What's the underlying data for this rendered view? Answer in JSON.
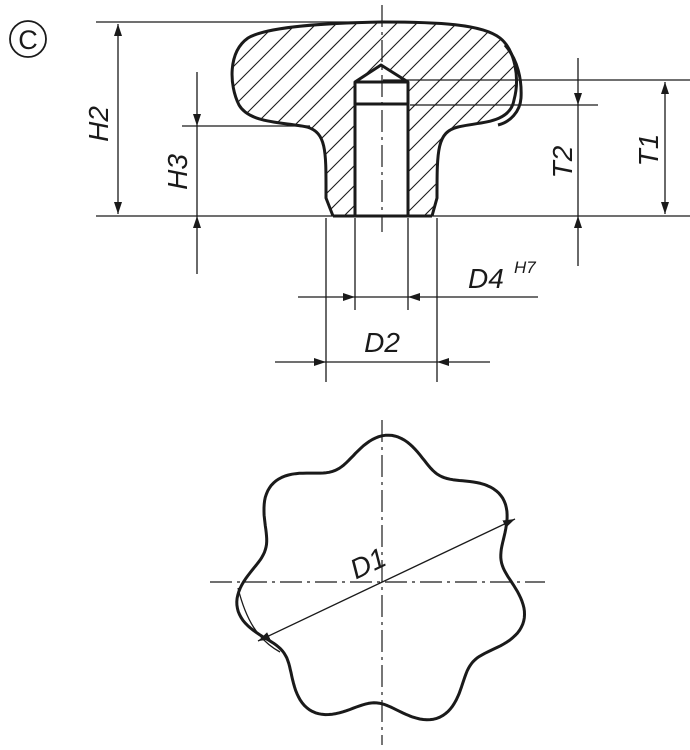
{
  "variant_badge": "C",
  "labels": {
    "h2": "H2",
    "h3": "H3",
    "t2": "T2",
    "t1": "T1",
    "d4": "D4",
    "d4_tolerance": "H7",
    "d2": "D2",
    "d1": "D1"
  }
}
